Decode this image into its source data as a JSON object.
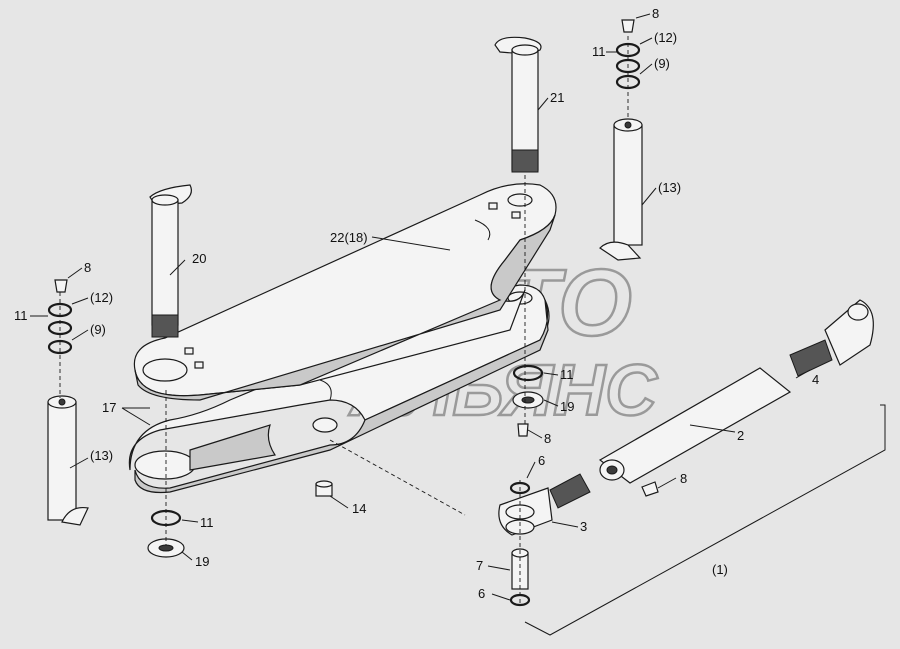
{
  "watermark": {
    "line1": "АВТО",
    "line2": "АЛЬЯНС"
  },
  "callouts": {
    "c8_top": "8",
    "c11_top": "11",
    "c12_top": "(12)",
    "c9_top": "(9)",
    "c21": "21",
    "c13_right": "(13)",
    "c22": "22(18)",
    "c20": "20",
    "c8_left": "8",
    "c11_left": "11",
    "c12_left": "(12)",
    "c9_left": "(9)",
    "c17": "17",
    "c13_left": "(13)",
    "c11_mid": "11",
    "c19_mid": "19",
    "c8_mid": "8",
    "c4": "4",
    "c2": "2",
    "c8_right": "8",
    "c6_top": "6",
    "c14": "14",
    "c3": "3",
    "c11_bot": "11",
    "c19_bot": "19",
    "c7": "7",
    "c6_bot": "6",
    "c1": "(1)"
  }
}
